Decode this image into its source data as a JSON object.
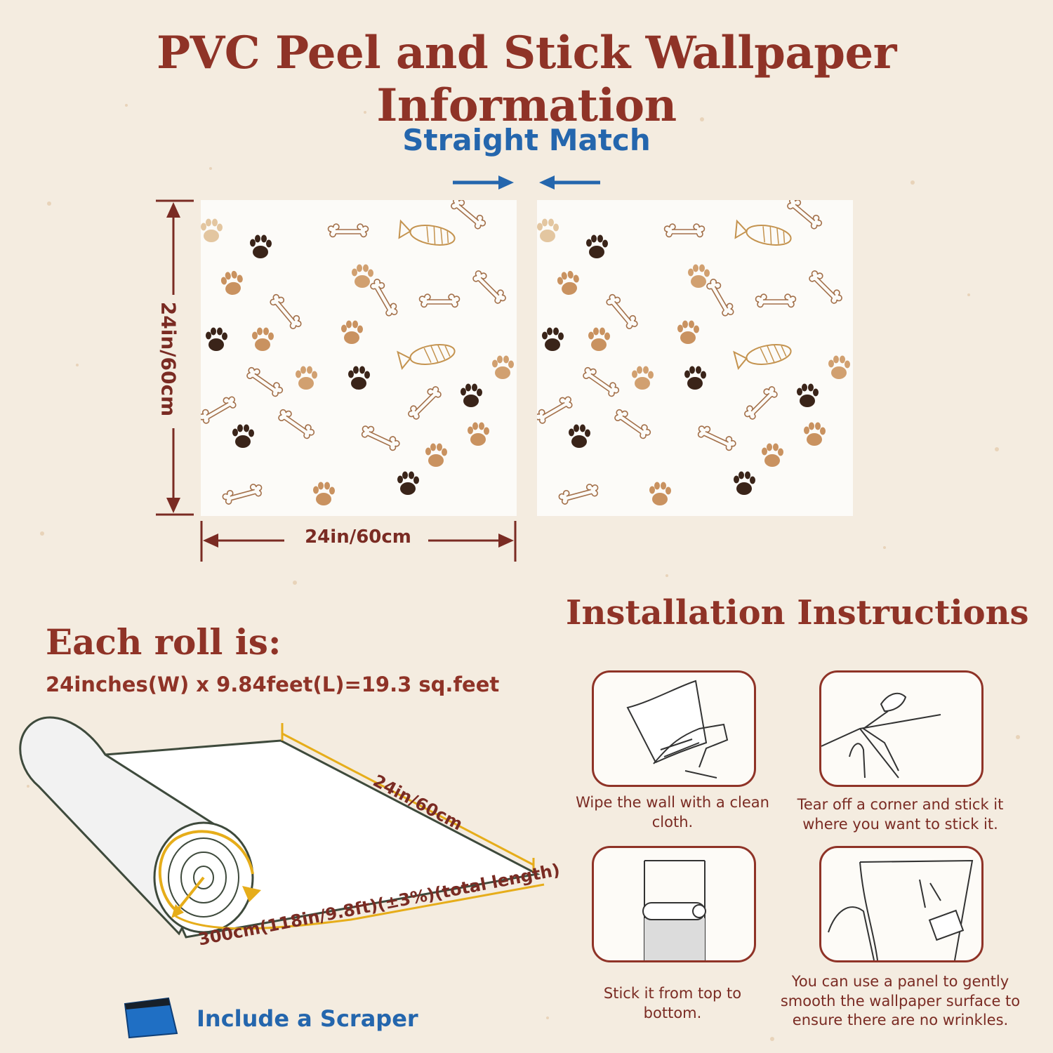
{
  "header": {
    "title": "PVC Peel and Stick Wallpaper Information",
    "match_label": "Straight Match"
  },
  "dimensions": {
    "width_label": "24in/60cm",
    "height_label": "24in/60cm"
  },
  "roll": {
    "title": "Each roll is:",
    "size_text": "24inches(W) x 9.84feet(L)=19.3 sq.feet",
    "width_label": "24in/60cm",
    "length_label": "300cm(118in/9.8ft)(±3%)(total length)"
  },
  "scraper": {
    "label": "Include a Scraper",
    "icon": "scraper-icon"
  },
  "installation": {
    "title": "Installation Instructions",
    "steps": [
      {
        "text": "Wipe the wall with a clean cloth.",
        "icon": "wipe-wall-icon"
      },
      {
        "text": "Tear off a corner and stick it where you want to stick it.",
        "icon": "peel-corner-icon"
      },
      {
        "text": "Stick it from top to bottom.",
        "icon": "roll-down-icon"
      },
      {
        "text": "You can use a panel to gently smooth the wallpaper surface to ensure there are no wrinkles.",
        "icon": "smooth-panel-icon"
      }
    ]
  },
  "colors": {
    "title": "#8f3327",
    "accent_blue": "#2466ad",
    "dimension_line": "#7a2b23",
    "roll_outline": "#e6ad1a",
    "background": "#f4ece0"
  }
}
